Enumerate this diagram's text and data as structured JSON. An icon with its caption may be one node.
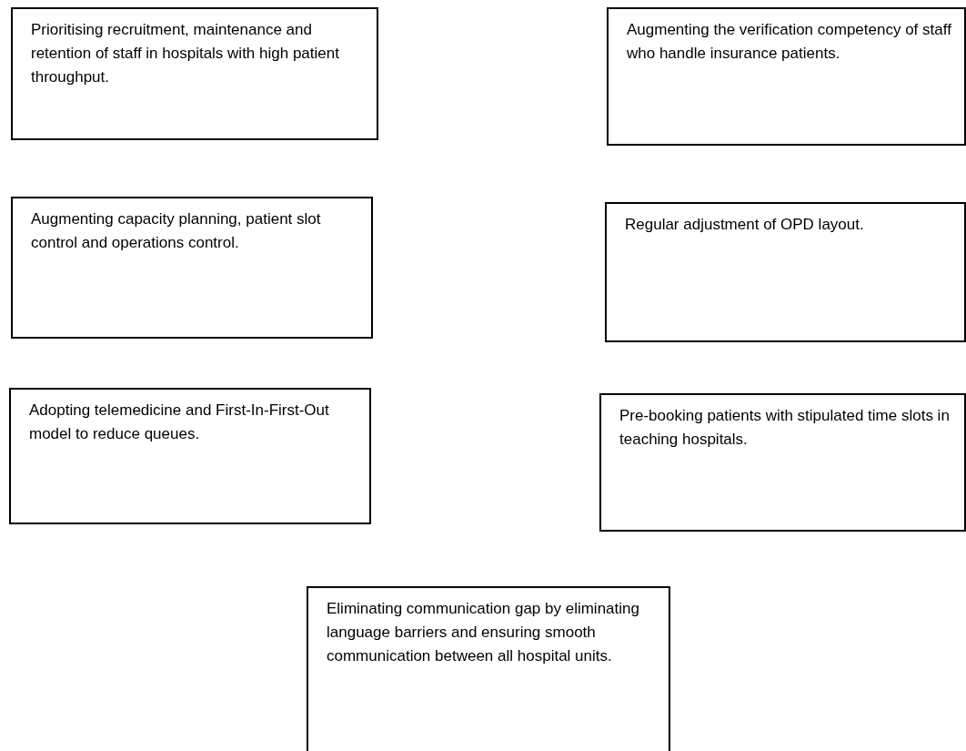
{
  "diagram": {
    "nodes": [
      {
        "text": [
          "Prioritising recruitment, maintenance and retention of staff in hospitals with high patient throughput."
        ]
      },
      {
        "text": [
          "Augmenting the verification competency of staff who handle insurance patients."
        ]
      },
      {
        "text": [
          "Augmenting capacity planning, patient slot control and operations control."
        ]
      },
      {
        "text": [
          "Regular adjustment of OPD layout."
        ]
      },
      {
        "text": [
          "Adopting telemedicine and First-In-First-Out model to reduce queues."
        ]
      },
      {
        "text": [
          "Pre-booking patients with stipulated time slots in teaching hospitals."
        ]
      },
      {
        "text": [
          "Eliminating communication gap by eliminating language barriers and ensuring smooth communication between all hospital units."
        ]
      }
    ]
  }
}
